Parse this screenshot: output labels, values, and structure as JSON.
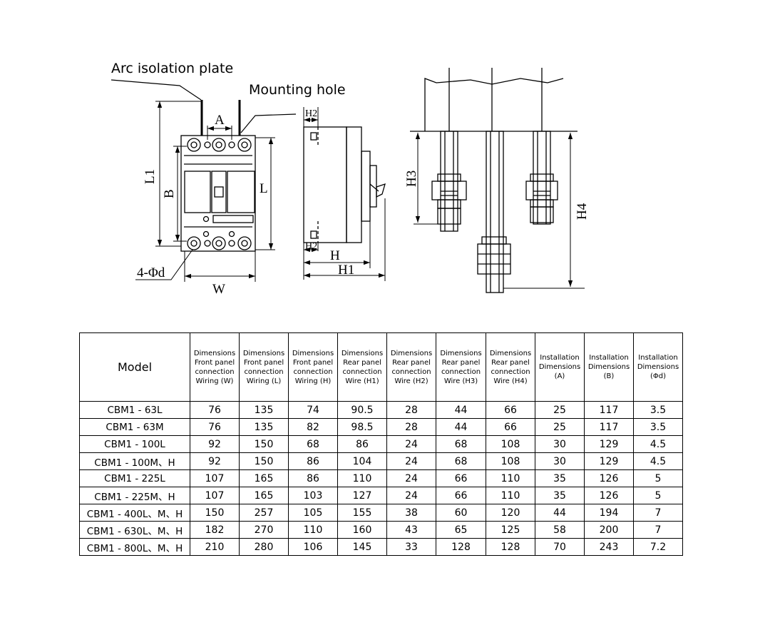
{
  "diagram": {
    "callouts": {
      "arc_isolation_plate": "Arc isolation plate",
      "mounting_hole": "Mounting hole"
    },
    "front_view_labels": {
      "A": "A",
      "L1": "L1",
      "B": "B",
      "L": "L",
      "W": "W",
      "hole": "4-Φd"
    },
    "side_view_labels": {
      "H2_top": "H2",
      "H2_bottom": "H2",
      "H": "H",
      "H1": "H1"
    },
    "rear_view_labels": {
      "H3": "H3",
      "H4": "H4"
    }
  },
  "table": {
    "headers": [
      "Model",
      "Dimensions Front panel connection Wiring (W)",
      "Dimensions Front panel connection Wiring (L)",
      "Dimensions Front panel connection Wiring (H)",
      "Dimensions Rear panel connection Wire (H1)",
      "Dimensions Rear panel connection Wire (H2)",
      "Dimensions Rear panel connection Wire (H3)",
      "Dimensions Rear panel connection Wire (H4)",
      "Installation Dimensions (A)",
      "Installation Dimensions (B)",
      "Installation Dimensions (Φd)"
    ],
    "rows": [
      [
        "CBM1 - 63L",
        "76",
        "135",
        "74",
        "90.5",
        "28",
        "44",
        "66",
        "25",
        "117",
        "3.5"
      ],
      [
        "CBM1 - 63M",
        "76",
        "135",
        "82",
        "98.5",
        "28",
        "44",
        "66",
        "25",
        "117",
        "3.5"
      ],
      [
        "CBM1 - 100L",
        "92",
        "150",
        "68",
        "86",
        "24",
        "68",
        "108",
        "30",
        "129",
        "4.5"
      ],
      [
        "CBM1 - 100M、H",
        "92",
        "150",
        "86",
        "104",
        "24",
        "68",
        "108",
        "30",
        "129",
        "4.5"
      ],
      [
        "CBM1 - 225L",
        "107",
        "165",
        "86",
        "110",
        "24",
        "66",
        "110",
        "35",
        "126",
        "5"
      ],
      [
        "CBM1 - 225M、H",
        "107",
        "165",
        "103",
        "127",
        "24",
        "66",
        "110",
        "35",
        "126",
        "5"
      ],
      [
        "CBM1 - 400L、M、H",
        "150",
        "257",
        "105",
        "155",
        "38",
        "60",
        "120",
        "44",
        "194",
        "7"
      ],
      [
        "CBM1 - 630L、M、H",
        "182",
        "270",
        "110",
        "160",
        "43",
        "65",
        "125",
        "58",
        "200",
        "7"
      ],
      [
        "CBM1 - 800L、M、H",
        "210",
        "280",
        "106",
        "145",
        "33",
        "128",
        "128",
        "70",
        "243",
        "7.2"
      ]
    ]
  }
}
